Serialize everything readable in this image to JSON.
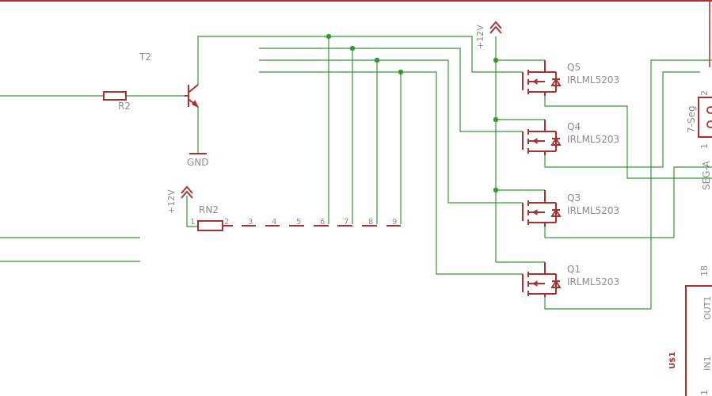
{
  "colors": {
    "background": "#ffffff",
    "frame": "#b03030",
    "wire": "#339933",
    "symbol": "#a83232",
    "label_text": "#8c8c8c"
  },
  "schematic": {
    "parts": {
      "t2": {
        "name": "T2"
      },
      "r2": {
        "name": "R2"
      },
      "gnd": {
        "label": "GND"
      },
      "rn2": {
        "name": "RN2",
        "pins": [
          "1",
          "2",
          "3",
          "4",
          "5",
          "6",
          "7",
          "8",
          "9"
        ]
      },
      "q5": {
        "name": "Q5",
        "value": "IRLML5203"
      },
      "q4": {
        "name": "Q4",
        "value": "IRLML5203"
      },
      "q3": {
        "name": "Q3",
        "value": "IRLML5203"
      },
      "q1": {
        "name": "Q1",
        "value": "IRLML5203"
      },
      "seg": {
        "name": "7-Seg",
        "value": "SEG-A",
        "pin_top": "2",
        "pin_bottom": "1"
      },
      "ic": {
        "name": "U$1",
        "pin_number": "18",
        "pin_out": "OUT1",
        "pin_in": "IN1",
        "pin_bottom": "1"
      }
    },
    "supplies": [
      {
        "id": "12v-left",
        "label": "+12V"
      },
      {
        "id": "12v-right",
        "label": "+12V"
      }
    ]
  }
}
